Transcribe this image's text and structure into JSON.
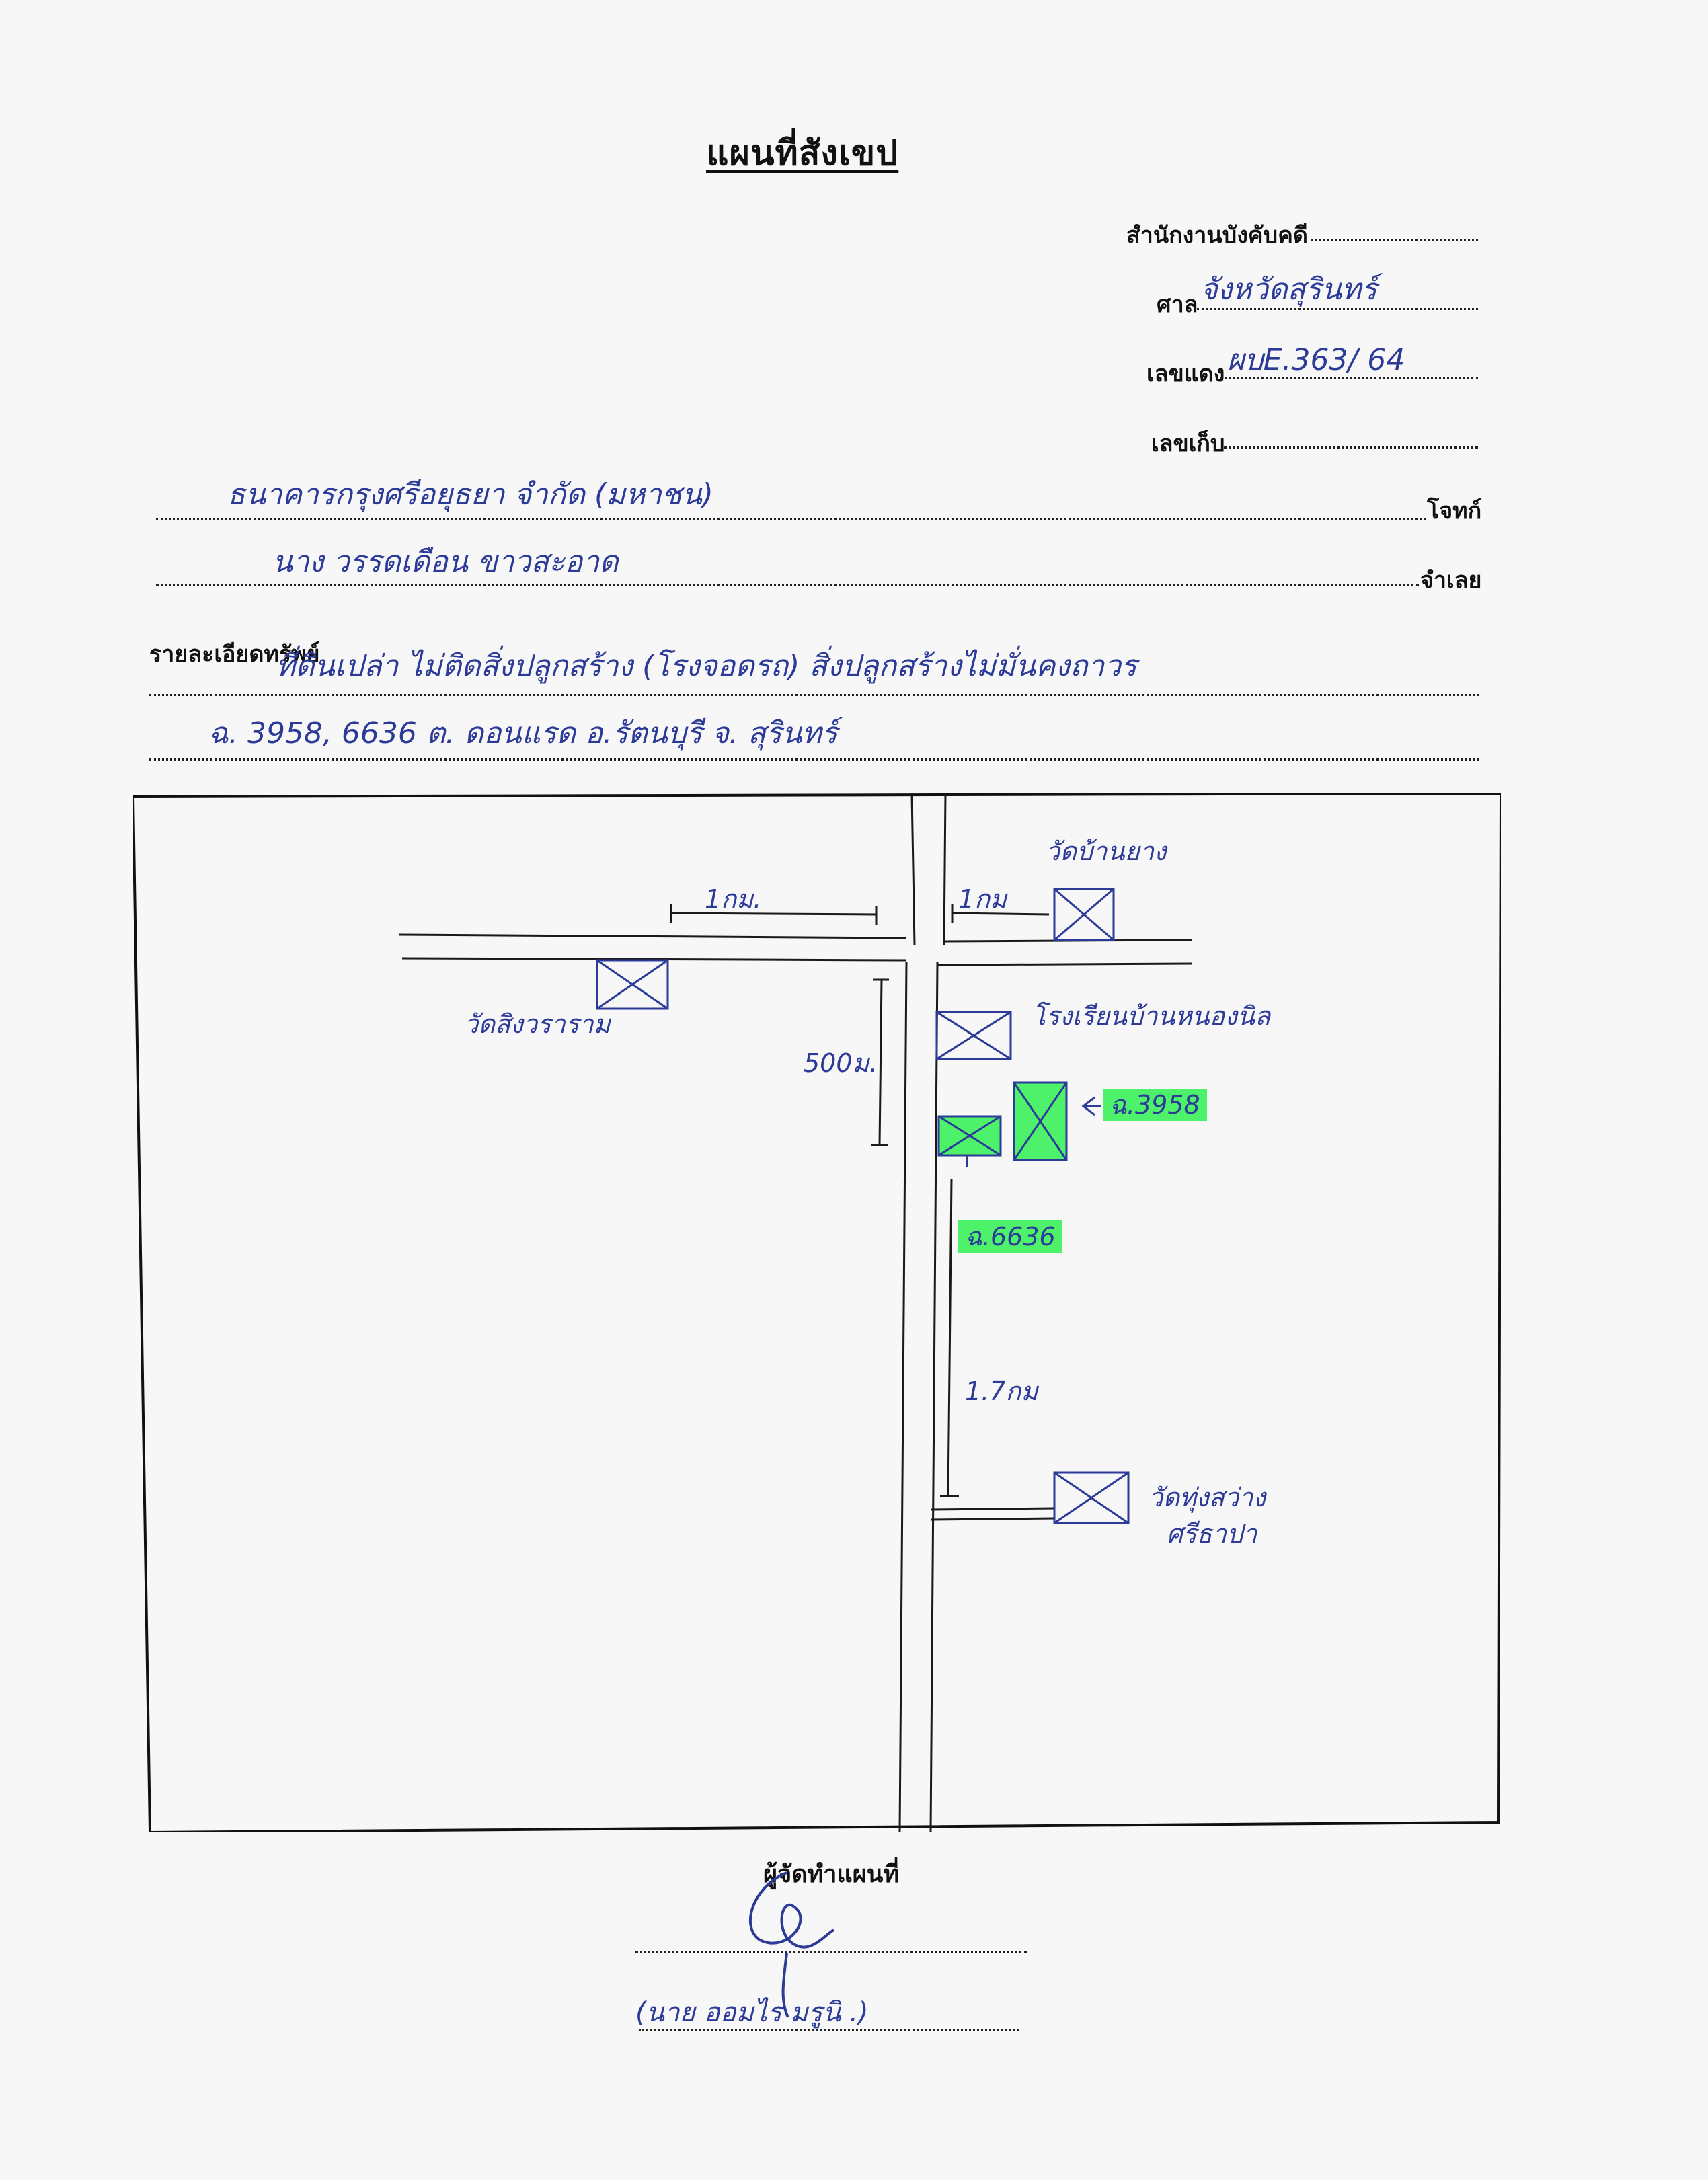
{
  "document": {
    "title": "แผนที่สังเขป",
    "fields": {
      "office_label": "สำนักงานบังคับคดี",
      "office_value": "",
      "court_label": "ศาล",
      "court_value": "จังหวัดสุรินทร์",
      "red_no_label": "เลขแดง",
      "red_no_value": "ผบE.363/ 64",
      "store_no_label": "เลขเก็บ",
      "store_no_value": "",
      "plaintiff_label": "โจทก์",
      "plaintiff_value": "ธนาคารกรุงศรีอยุธยา จำกัด (มหาชน)",
      "defendant_label": "จำเลย",
      "defendant_value": "นาง วรรดเดือน ขาวสะอาด",
      "property_label": "รายละเอียดทรัพย์",
      "property_line1": "ที่ดินเปล่า ไม่ติดสิ่งปลูกสร้าง (โรงจอดรถ) สิ่งปลูกสร้างไม่มั่นคงถาวร",
      "property_line2": "ฉ. 3958, 6636 ต. ดอนแรด อ.รัตนบุรี จ. สุรินทร์"
    }
  },
  "map": {
    "labels": {
      "dist_left": "1กม.",
      "dist_right": "1กม",
      "temple_top": "วัดบ้านยาง",
      "temple_left": "วัดสิงวราราม",
      "school": "โรงเรียนบ้านหนองนิล",
      "dist_500": "500ม.",
      "deed_3958": "ฉ.3958",
      "deed_6636": "ฉ.6636",
      "dist_17": "1.7กม",
      "temple_bottom_1": "วัดทุ่งสว่าง",
      "temple_bottom_2": "ศรีธาปา"
    },
    "colors": {
      "ink": "#2c3a98",
      "highlight": "#4df26a",
      "pencil": "#1a1a1a"
    }
  },
  "signature": {
    "label": "ผู้จัดทำแผนที่",
    "name": "(นาย ออมไร มรูนิ .)"
  }
}
